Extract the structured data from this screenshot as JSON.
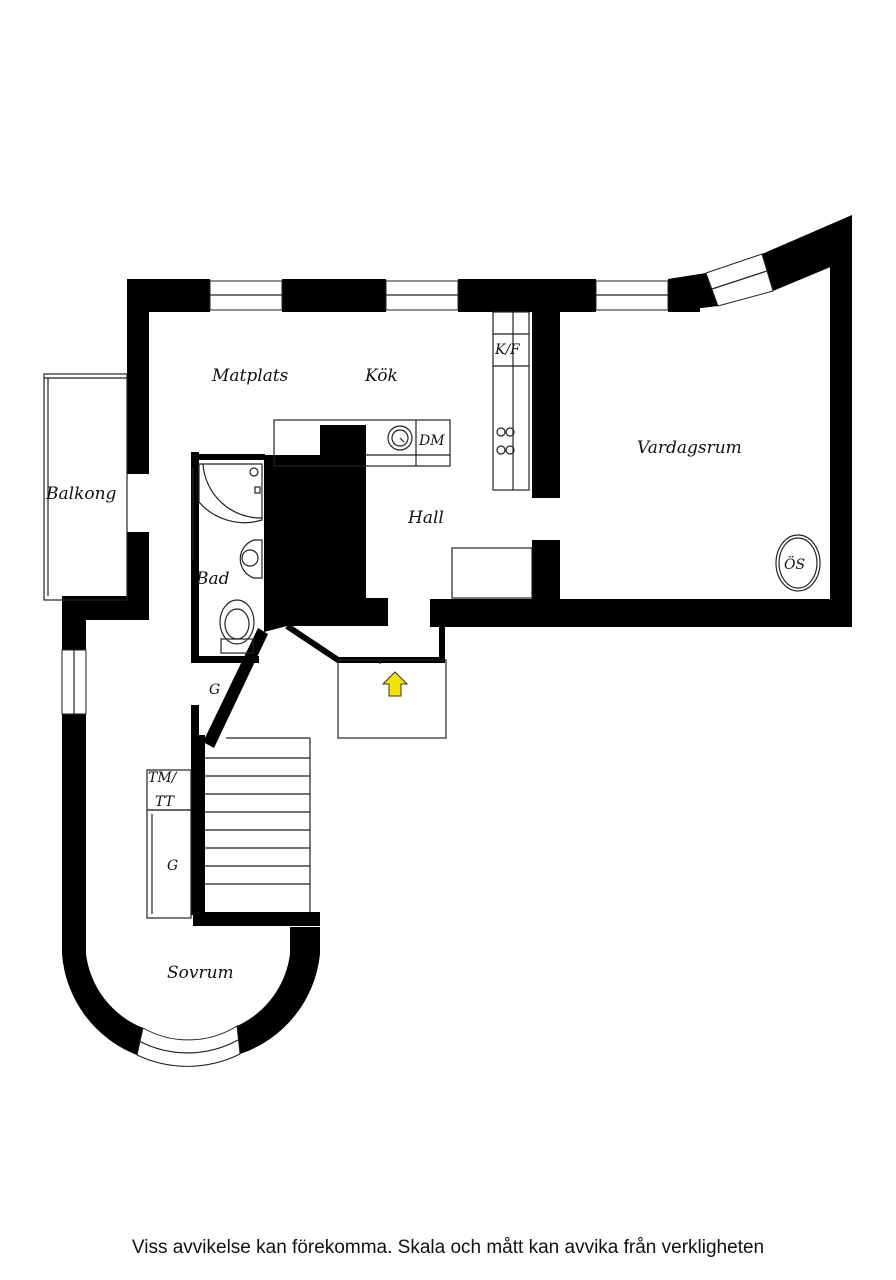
{
  "rooms": {
    "matplats": "Matplats",
    "kok": "Kök",
    "vardagsrum": "Vardagsrum",
    "hall": "Hall",
    "bad": "Bad",
    "balkong": "Balkong",
    "sovrum": "Sovrum"
  },
  "labels": {
    "kf": "K/F",
    "dm": "DM",
    "os": "ÖS",
    "g_upper": "G",
    "tm": "TM/",
    "tt": "TT",
    "g_lower": "G"
  },
  "disclaimer": "Viss avvikelse kan förekomma. Skala och mått kan avvika från verkligheten",
  "colors": {
    "wall": "#000000",
    "entry_arrow": "#f2e600"
  }
}
